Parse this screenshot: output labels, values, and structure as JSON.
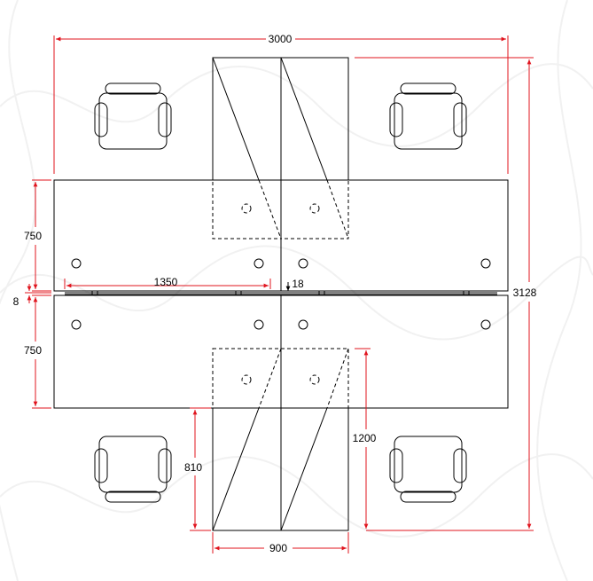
{
  "dimensions": {
    "overall_width": "3000",
    "overall_depth": "3128",
    "desk_depth_upper": "750",
    "desk_depth_lower": "750",
    "gap": "8",
    "desk_length": "1350",
    "screen_gap": "18",
    "return_length": "810",
    "pedestal_span": "1200",
    "return_width": "900"
  },
  "colors": {
    "dimension_line": "#e0141e",
    "outline": "#000000",
    "background_pattern": "#f1f1f1"
  }
}
